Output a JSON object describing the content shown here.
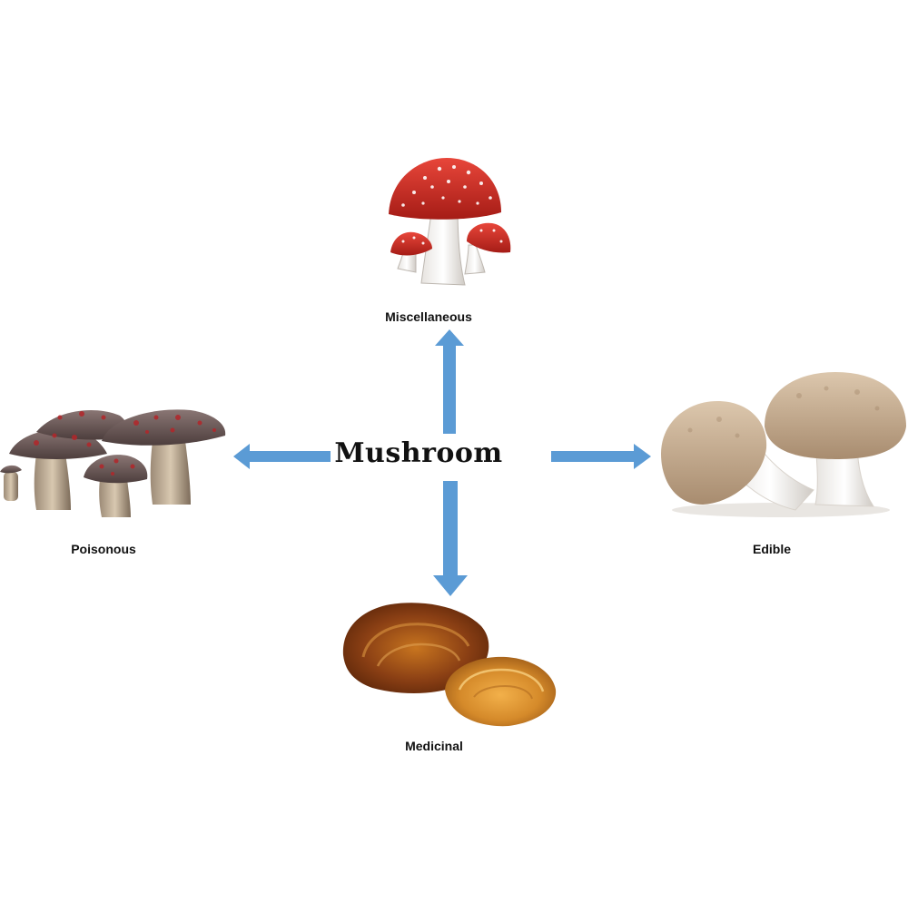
{
  "center": {
    "title": "Mushroom"
  },
  "branches": [
    {
      "key": "top",
      "label": "Miscellaneous",
      "illustration": "fly-agaric-mushroom-icon",
      "color": "#d9322a"
    },
    {
      "key": "left",
      "label": "Poisonous",
      "illustration": "spotted-mushroom-cluster-icon",
      "color": "#6e5a58"
    },
    {
      "key": "right",
      "label": "Edible",
      "illustration": "button-mushroom-icon",
      "color": "#c9b39a"
    },
    {
      "key": "bottom",
      "label": "Medicinal",
      "illustration": "reishi-mushroom-icon",
      "color": "#a0521d"
    }
  ],
  "arrow_color": "#5b9bd5"
}
